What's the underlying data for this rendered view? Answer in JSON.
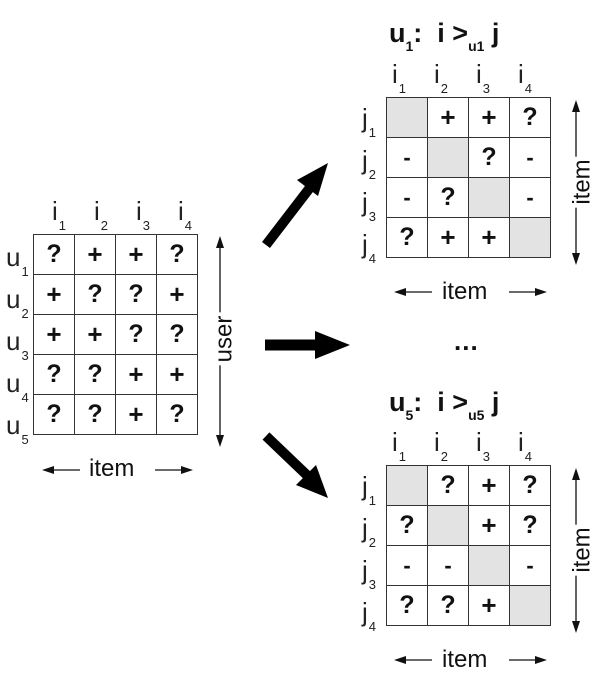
{
  "left_matrix": {
    "name": "user-item matrix",
    "col_labels": [
      {
        "base": "i",
        "sub": "1"
      },
      {
        "base": "i",
        "sub": "2"
      },
      {
        "base": "i",
        "sub": "3"
      },
      {
        "base": "i",
        "sub": "4"
      }
    ],
    "row_labels": [
      {
        "base": "u",
        "sub": "1"
      },
      {
        "base": "u",
        "sub": "2"
      },
      {
        "base": "u",
        "sub": "3"
      },
      {
        "base": "u",
        "sub": "4"
      },
      {
        "base": "u",
        "sub": "5"
      }
    ],
    "cells": [
      [
        "?",
        "+",
        "+",
        "?"
      ],
      [
        "+",
        "?",
        "?",
        "+"
      ],
      [
        "+",
        "+",
        "?",
        "?"
      ],
      [
        "?",
        "?",
        "+",
        "+"
      ],
      [
        "?",
        "?",
        "+",
        "?"
      ]
    ],
    "x_axis_label": "item",
    "y_axis_label": "user"
  },
  "ellipsis": "...",
  "right_matrices": [
    {
      "title": {
        "user": "u",
        "user_sub": "1",
        "relation": "i >",
        "relation_sub": "u1",
        "target": "j"
      },
      "col_labels": [
        {
          "base": "i",
          "sub": "1"
        },
        {
          "base": "i",
          "sub": "2"
        },
        {
          "base": "i",
          "sub": "3"
        },
        {
          "base": "i",
          "sub": "4"
        }
      ],
      "row_labels": [
        {
          "base": "j",
          "sub": "1"
        },
        {
          "base": "j",
          "sub": "2"
        },
        {
          "base": "j",
          "sub": "3"
        },
        {
          "base": "j",
          "sub": "4"
        }
      ],
      "cells": [
        [
          "",
          "+",
          "+",
          "?"
        ],
        [
          "-",
          "",
          "?",
          "-"
        ],
        [
          "-",
          "?",
          "",
          "-"
        ],
        [
          "?",
          "+",
          "+",
          ""
        ]
      ],
      "x_axis_label": "item",
      "y_axis_label": "item"
    },
    {
      "title": {
        "user": "u",
        "user_sub": "5",
        "relation": "i >",
        "relation_sub": "u5",
        "target": "j"
      },
      "col_labels": [
        {
          "base": "i",
          "sub": "1"
        },
        {
          "base": "i",
          "sub": "2"
        },
        {
          "base": "i",
          "sub": "3"
        },
        {
          "base": "i",
          "sub": "4"
        }
      ],
      "row_labels": [
        {
          "base": "j",
          "sub": "1"
        },
        {
          "base": "j",
          "sub": "2"
        },
        {
          "base": "j",
          "sub": "3"
        },
        {
          "base": "j",
          "sub": "4"
        }
      ],
      "cells": [
        [
          "",
          "?",
          "+",
          "?"
        ],
        [
          "?",
          "",
          "+",
          "?"
        ],
        [
          "-",
          "-",
          "",
          "-"
        ],
        [
          "?",
          "?",
          "+",
          ""
        ]
      ],
      "x_axis_label": "item",
      "y_axis_label": "item"
    }
  ],
  "colors": {
    "diagonal_fill": "#e3e3e3",
    "line": "#333333"
  }
}
